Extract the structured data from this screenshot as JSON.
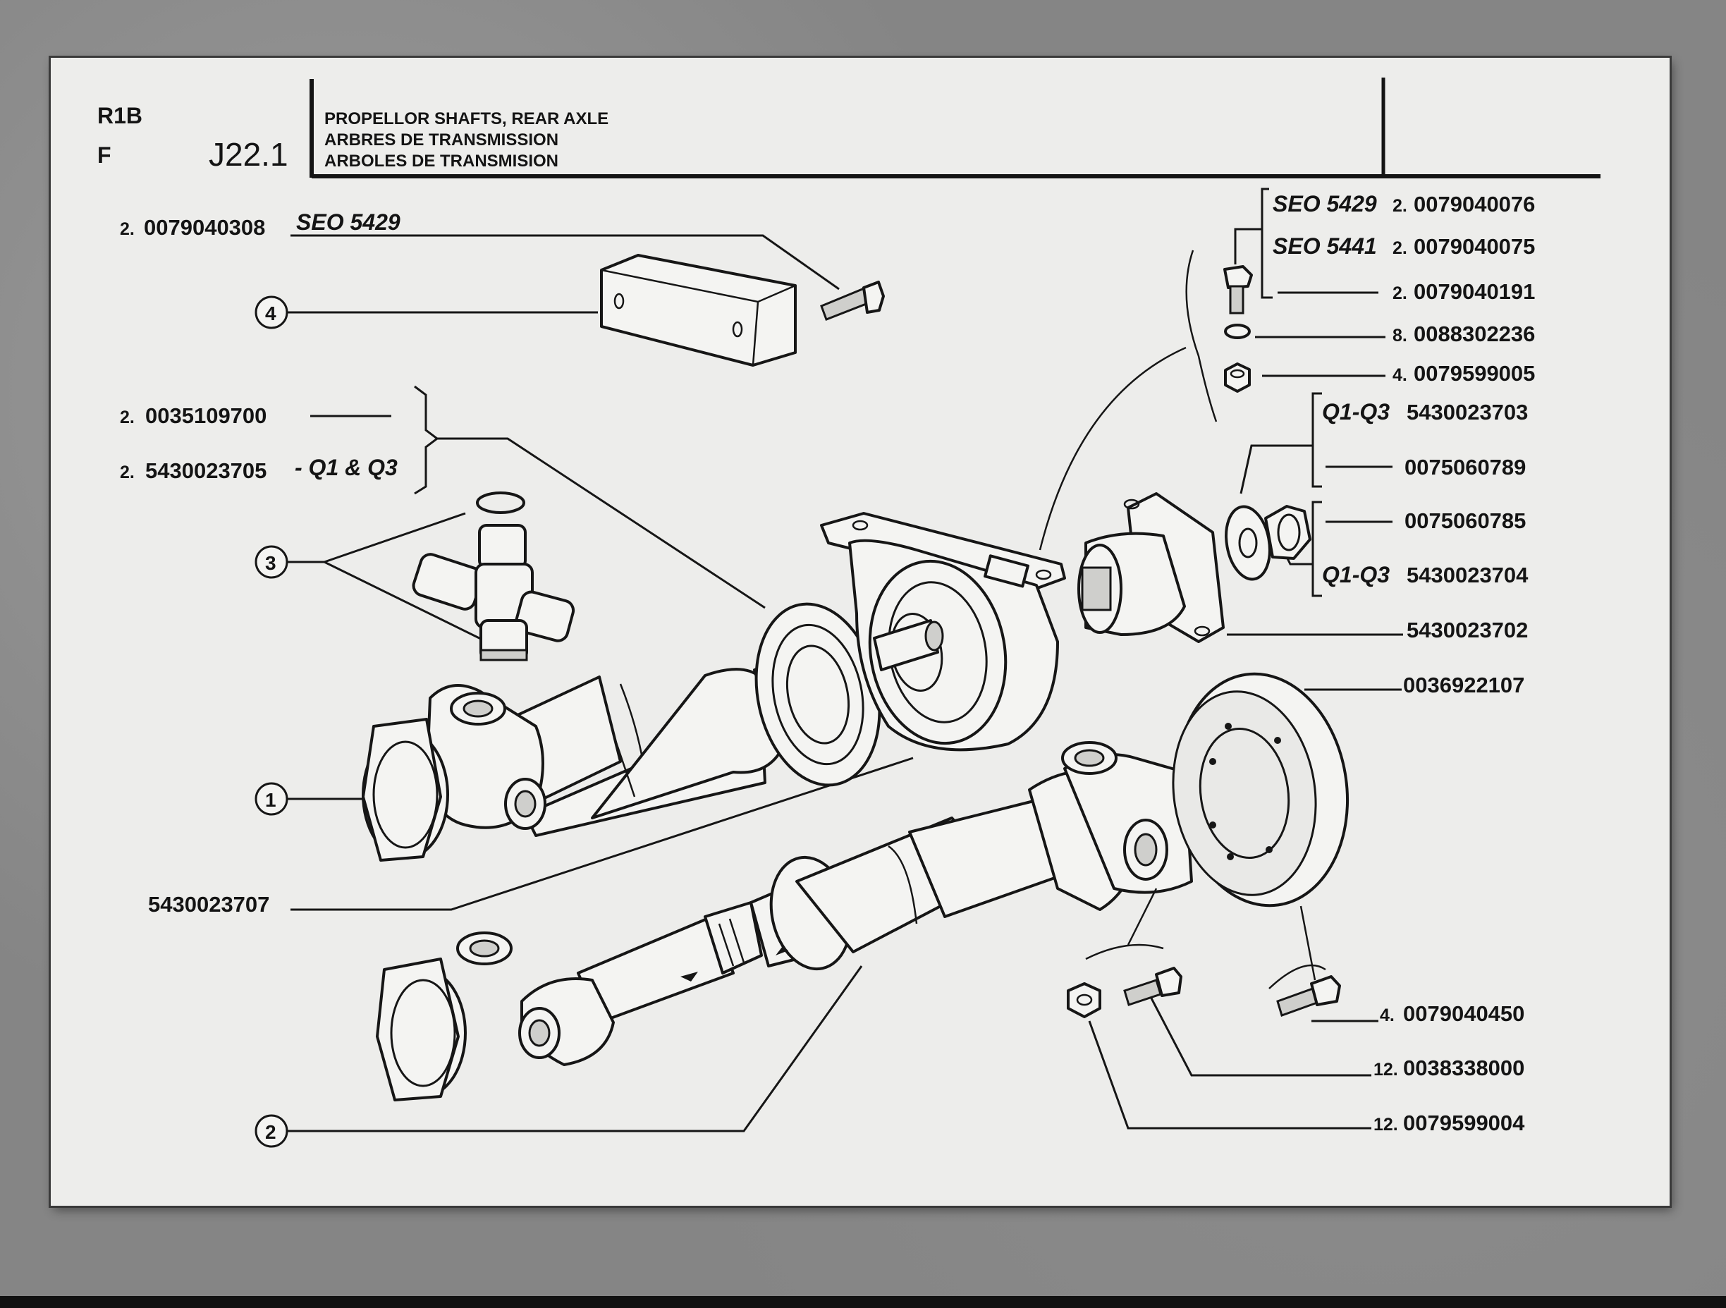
{
  "header": {
    "model": "R1B",
    "lang": "F",
    "page_code": "J22.1",
    "title_en": "PROPELLOR SHAFTS, REAR AXLE",
    "title_fr": "ARBRES DE TRANSMISSION",
    "title_es": "ARBOLES DE TRANSMISION"
  },
  "callouts": [
    {
      "id": "c1",
      "qty": "2.",
      "code": "0079040308",
      "variant": "SEO 5429"
    },
    {
      "id": "c2",
      "qty": "2.",
      "code": "0035109700",
      "variant": ""
    },
    {
      "id": "c3",
      "qty": "2.",
      "code": "5430023705",
      "variant": "- Q1 & Q3"
    },
    {
      "id": "c4",
      "qty": "",
      "code": "5430023707",
      "variant": ""
    },
    {
      "id": "c5",
      "qty": "2.",
      "code": "0079040076",
      "variant": "SEO 5429"
    },
    {
      "id": "c6",
      "qty": "2.",
      "code": "0079040075",
      "variant": "SEO 5441"
    },
    {
      "id": "c7",
      "qty": "2.",
      "code": "0079040191",
      "variant": ""
    },
    {
      "id": "c8",
      "qty": "8.",
      "code": "0088302236",
      "variant": ""
    },
    {
      "id": "c9",
      "qty": "4.",
      "code": "0079599005",
      "variant": ""
    },
    {
      "id": "c10",
      "qty": "",
      "code": "5430023703",
      "variant": "Q1-Q3"
    },
    {
      "id": "c11",
      "qty": "",
      "code": "0075060789",
      "variant": ""
    },
    {
      "id": "c12",
      "qty": "",
      "code": "0075060785",
      "variant": ""
    },
    {
      "id": "c13",
      "qty": "",
      "code": "5430023704",
      "variant": "Q1-Q3"
    },
    {
      "id": "c14",
      "qty": "",
      "code": "5430023702",
      "variant": ""
    },
    {
      "id": "c15",
      "qty": "",
      "code": "0036922107",
      "variant": ""
    },
    {
      "id": "c16",
      "qty": "4.",
      "code": "0079040450",
      "variant": ""
    },
    {
      "id": "c17",
      "qty": "12.",
      "code": "0038338000",
      "variant": ""
    },
    {
      "id": "c18",
      "qty": "12.",
      "code": "0079599004",
      "variant": ""
    }
  ],
  "item_refs": [
    "4",
    "3",
    "1",
    "2"
  ]
}
